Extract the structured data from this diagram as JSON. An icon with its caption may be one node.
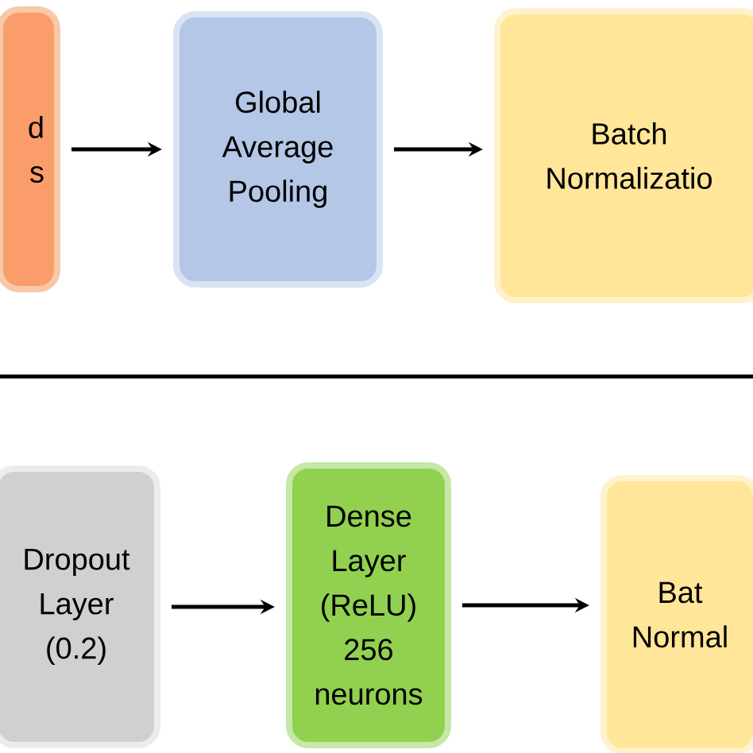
{
  "diagram": {
    "nodes": [
      {
        "text": [
          "d s"
        ]
      },
      {
        "text": [
          "Global Average Pooling"
        ]
      },
      {
        "text": [
          "Batch Normalizatio"
        ]
      },
      {
        "text": [
          "Dropout Layer (0.2)"
        ]
      },
      {
        "text": [
          "Dense Layer (ReLU) 256 neurons"
        ]
      },
      {
        "text": [
          "Bat Normal"
        ]
      }
    ],
    "edges": [
      {
        "from": 0,
        "to": 1,
        "arrow": "to"
      },
      {
        "from": 1,
        "to": 2,
        "arrow": "to"
      },
      {
        "from": 3,
        "to": 4,
        "arrow": "to"
      },
      {
        "from": 4,
        "to": 5,
        "arrow": "to"
      }
    ]
  }
}
